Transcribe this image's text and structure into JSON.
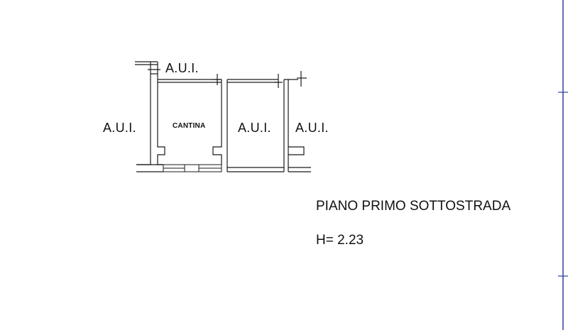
{
  "plan": {
    "neighbor_label_top": "A.U.I.",
    "neighbor_label_left": "A.U.I.",
    "neighbor_label_center": "A.U.I.",
    "neighbor_label_right": "A.U.I.",
    "room_label": "CANTINA",
    "floor_title": "PIANO PRIMO SOTTOSTRADA",
    "height_label": "H= 2.23"
  },
  "colors": {
    "line": "#1a1a1a",
    "border_accent": "#3340a0"
  }
}
